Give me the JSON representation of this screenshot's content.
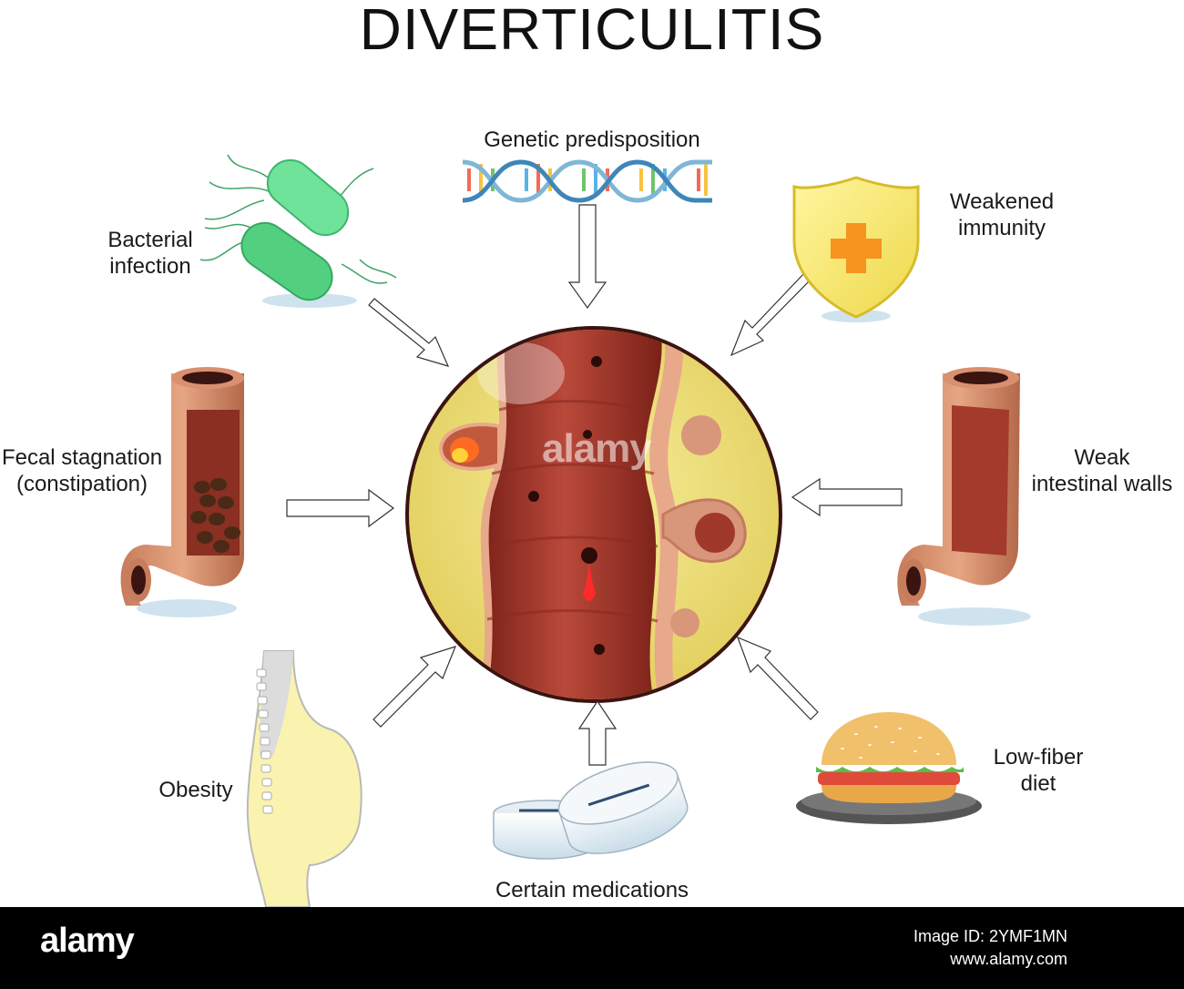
{
  "title": "DIVERTICULITIS",
  "factors": {
    "genetic": "Genetic predisposition",
    "bacterial": "Bacterial\ninfection",
    "immunity": "Weakened\nimmunity",
    "fecal": "Fecal stagnation\n(constipation)",
    "weak_walls": "Weak\nintestinal walls",
    "obesity": "Obesity",
    "medications": "Certain medications",
    "low_fiber": "Low-fiber\ndiet"
  },
  "watermark": "alamy",
  "footer": {
    "logo": "alamy",
    "image_id": "Image ID: 2YMF1MN",
    "site": "www.alamy.com"
  },
  "colors": {
    "colon": "#a83a2c",
    "bacteria": "#5fdc8a",
    "shield": "#f7e96a",
    "circle_bg": "#f2e58a"
  }
}
